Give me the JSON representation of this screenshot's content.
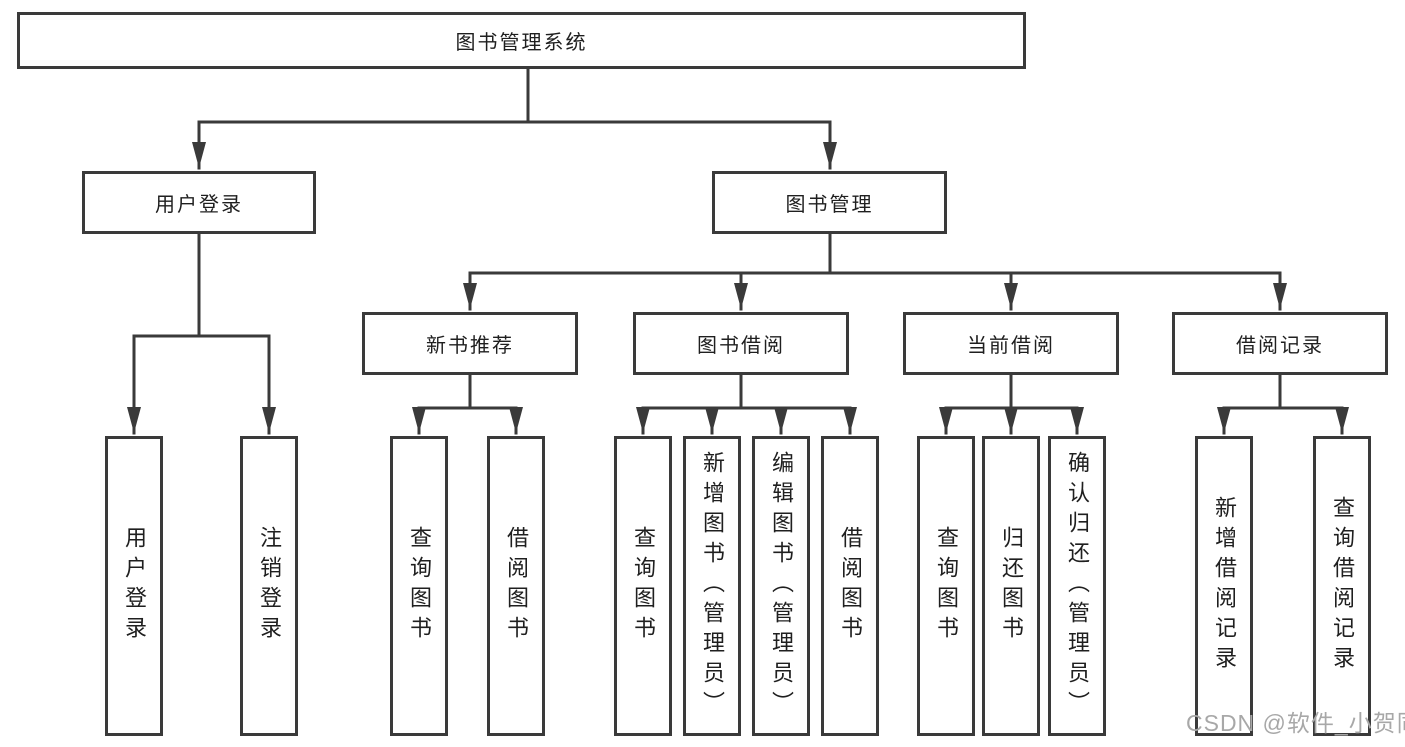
{
  "colors": {
    "line": "#3a3a3a",
    "box_border": "#3a3a3a",
    "box_background": "#ffffff",
    "text": "#1f1f1f",
    "watermark": "#a8a8a8",
    "page_background": "#ffffff"
  },
  "root": {
    "label": "图书管理系统"
  },
  "branches": [
    {
      "label": "用户登录",
      "children": [
        {
          "label": "用户登录"
        },
        {
          "label": "注销登录"
        }
      ]
    },
    {
      "label": "图书管理",
      "children": [
        {
          "label": "新书推荐",
          "children": [
            {
              "label": "查询图书"
            },
            {
              "label": "借阅图书"
            }
          ]
        },
        {
          "label": "图书借阅",
          "children": [
            {
              "label": "查询图书"
            },
            {
              "label": "新增图书（管理员）"
            },
            {
              "label": "编辑图书（管理员）"
            },
            {
              "label": "借阅图书"
            }
          ]
        },
        {
          "label": "当前借阅",
          "children": [
            {
              "label": "查询图书"
            },
            {
              "label": "归还图书"
            },
            {
              "label": "确认归还（管理员）"
            }
          ]
        },
        {
          "label": "借阅记录",
          "children": [
            {
              "label": "新增借阅记录"
            },
            {
              "label": "查询借阅记录"
            }
          ]
        }
      ]
    }
  ],
  "watermark": {
    "label": "CSDN @软件_小贺同学"
  }
}
